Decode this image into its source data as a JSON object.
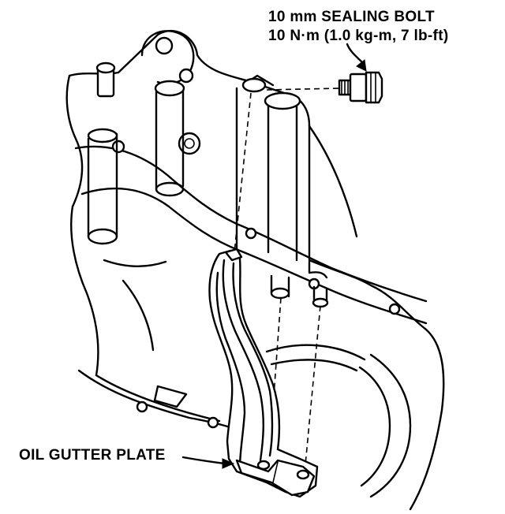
{
  "callouts": {
    "bolt": {
      "line1": "10 mm SEALING BOLT",
      "line2": "10 N·m (1.0 kg-m, 7 lb-ft)"
    },
    "plate": {
      "label": "OIL GUTTER PLATE"
    }
  }
}
